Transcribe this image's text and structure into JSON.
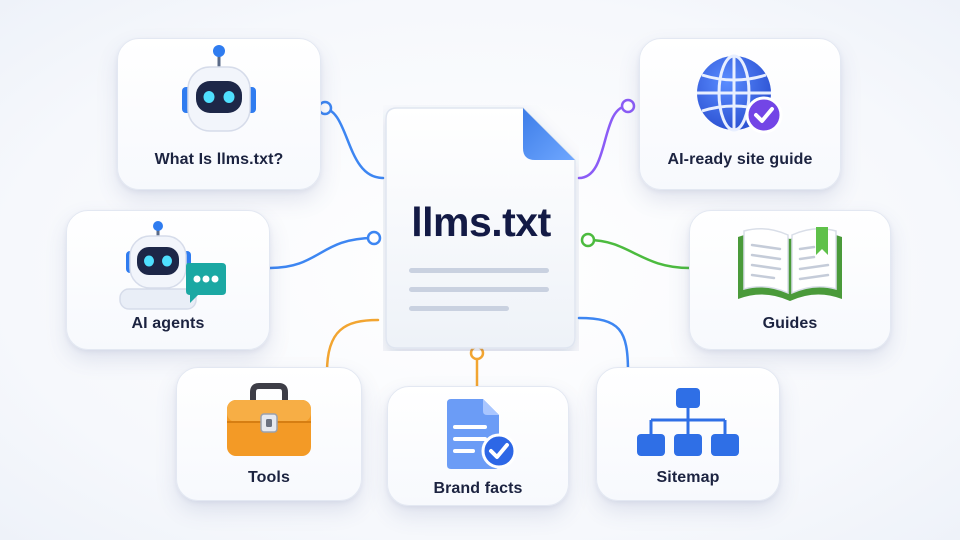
{
  "center": {
    "title": "llms.txt"
  },
  "nodes": {
    "what_is": {
      "label": "What Is llms.txt?",
      "icon": "robot-icon"
    },
    "ai_ready": {
      "label": "AI-ready site guide",
      "icon": "globe-check-icon"
    },
    "ai_agents": {
      "label": "AI agents",
      "icon": "robot-chat-icon"
    },
    "guides": {
      "label": "Guides",
      "icon": "open-book-icon"
    },
    "tools": {
      "label": "Tools",
      "icon": "toolbox-icon"
    },
    "brand_facts": {
      "label": "Brand facts",
      "icon": "document-check-icon"
    },
    "sitemap": {
      "label": "Sitemap",
      "icon": "sitemap-icon"
    }
  },
  "colors": {
    "blue": "#2f7cf0",
    "purple": "#8b5cf6",
    "green": "#4cbb3f",
    "orange": "#f2a531",
    "navy": "#131a45"
  }
}
